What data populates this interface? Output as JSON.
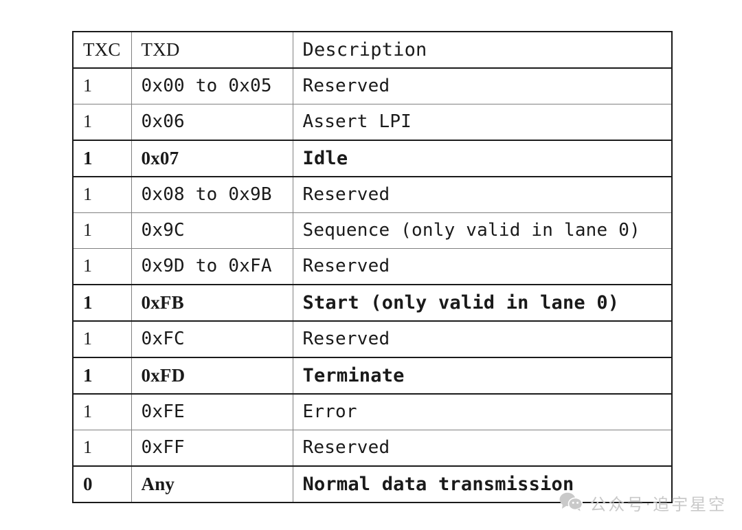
{
  "table": {
    "columns": [
      "TXC",
      "TXD",
      "Description"
    ],
    "rows": [
      {
        "txc": "1",
        "txd": "0x00 to 0x05",
        "desc": "Reserved",
        "bold": false
      },
      {
        "txc": "1",
        "txd": "0x06",
        "desc": "Assert LPI",
        "bold": false
      },
      {
        "txc": "1",
        "txd": "0x07",
        "desc": "Idle",
        "bold": true
      },
      {
        "txc": "1",
        "txd": "0x08 to 0x9B",
        "desc": "Reserved",
        "bold": false
      },
      {
        "txc": "1",
        "txd": "0x9C",
        "desc": "Sequence (only valid in lane 0)",
        "bold": false
      },
      {
        "txc": "1",
        "txd": "0x9D to 0xFA",
        "desc": "Reserved",
        "bold": false
      },
      {
        "txc": "1",
        "txd": "0xFB",
        "desc": "Start (only valid in lane 0)",
        "bold": true
      },
      {
        "txc": "1",
        "txd": "0xFC",
        "desc": "Reserved",
        "bold": false
      },
      {
        "txc": "1",
        "txd": "0xFD",
        "desc": "Terminate",
        "bold": true
      },
      {
        "txc": "1",
        "txd": "0xFE",
        "desc": "Error",
        "bold": false
      },
      {
        "txc": "1",
        "txd": "0xFF",
        "desc": "Reserved",
        "bold": false
      },
      {
        "txc": "0",
        "txd": "Any",
        "desc": "Normal data transmission",
        "bold": true
      }
    ]
  },
  "watermark": {
    "icon": "wechat-icon",
    "text": "公众号·追宇星空",
    "color": "#c9c9c9"
  },
  "colors": {
    "page_background": "#ffffff",
    "text": "#1a1a1a",
    "border_outer": "#1a1a1a",
    "border_inner": "#808080",
    "watermark": "#c9c9c9"
  }
}
